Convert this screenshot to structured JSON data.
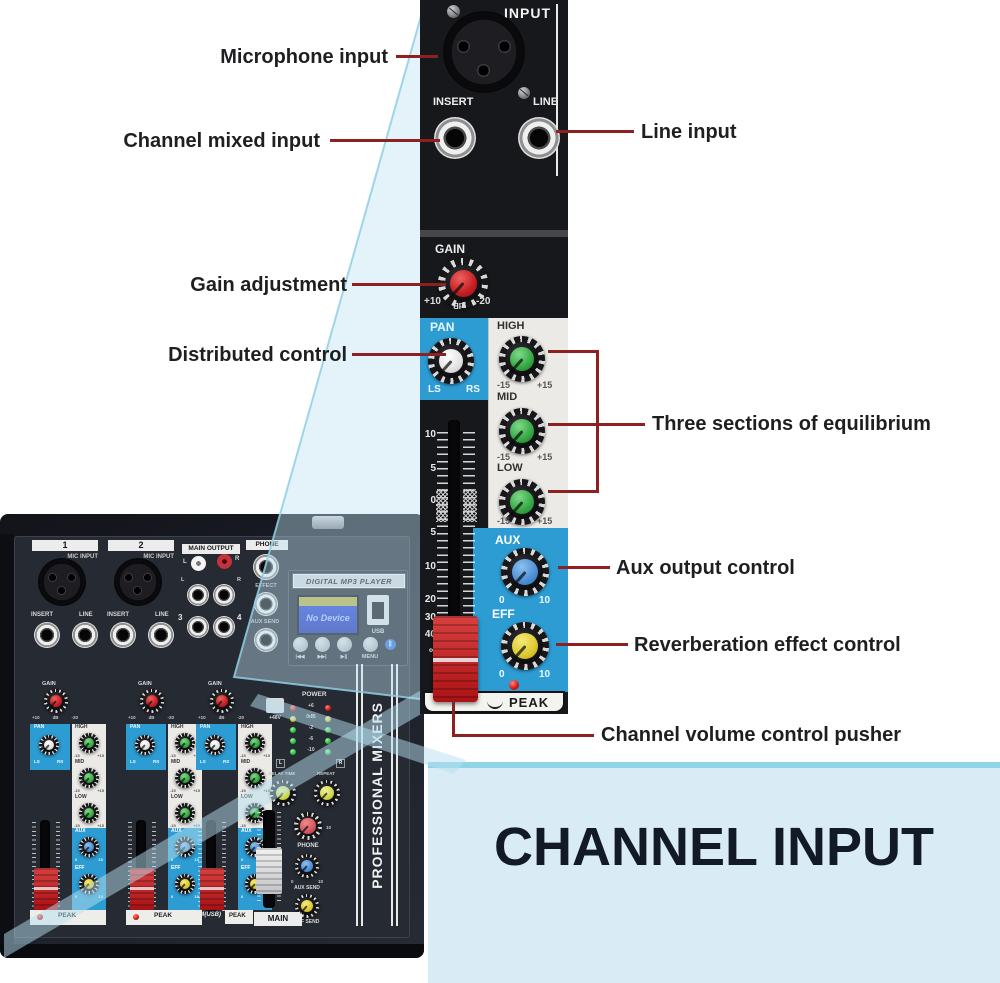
{
  "callouts": {
    "left": [
      {
        "label": "Microphone input"
      },
      {
        "label": "Channel mixed input"
      },
      {
        "label": "Gain adjustment"
      },
      {
        "label": "Distributed control"
      }
    ],
    "right": [
      {
        "label": "Line input"
      },
      {
        "label": "Three sections of equilibrium"
      },
      {
        "label": "Aux output control"
      },
      {
        "label": "Reverberation effect control"
      },
      {
        "label": "Channel volume control pusher"
      }
    ]
  },
  "banner": {
    "title": "CHANNEL INPUT"
  },
  "strip": {
    "input": "INPUT",
    "insert": "INSERT",
    "line": "LINE",
    "gain": {
      "label": "GAIN",
      "min": "+10",
      "unit": "dB",
      "max": "-20"
    },
    "pan": {
      "label": "PAN",
      "left": "LS",
      "right": "RS"
    },
    "eq": [
      {
        "label": "HIGH",
        "min": "-15",
        "max": "+15"
      },
      {
        "label": "MID",
        "min": "-15",
        "max": "+15"
      },
      {
        "label": "LOW",
        "min": "-15",
        "max": "+15"
      }
    ],
    "aux": {
      "label": "AUX",
      "min": "0",
      "max": "10"
    },
    "eff": {
      "label": "EFF",
      "min": "0",
      "max": "10"
    },
    "peak": "PEAK",
    "fader_scale": [
      "10",
      "5",
      "0",
      "5",
      "10",
      "20",
      "30",
      "40",
      "∞"
    ]
  },
  "mixer": {
    "channels": [
      "1",
      "2"
    ],
    "mic_input": "MIC INPUT",
    "insert": "INSERT",
    "line": "LINE",
    "main_output": "MAIN OUTPUT",
    "phone": "PHONE",
    "effect": "EFFECT",
    "aux_send": "AUX SEND",
    "eff_send": "EFF SEND",
    "l": "L",
    "r": "R",
    "ch3": "3",
    "ch4": "4",
    "mp3": {
      "title": "DIGITAL MP3 PLAYER",
      "screen": "No Device",
      "usb": "USB",
      "prev": "|◀◀",
      "next": "▶▶|",
      "play": "▶||",
      "menu": "MENU",
      "bt": "ᛒ"
    },
    "phantom": "+48V",
    "power": "POWER",
    "meter": [
      "+6",
      "0dB",
      "-2",
      "-6",
      "-10"
    ],
    "delay": "DELAY TIME",
    "repeat": "REPEAT",
    "phone_knob": "PHONE",
    "main": "MAIN",
    "usb34": "3/4(USB)",
    "peak": "PEAK",
    "brand": "PROFESSIONAL MIXERS",
    "strip_labels": {
      "gain": "GAIN",
      "p10": "+10",
      "db": "dB",
      "m20": "-20",
      "pan": "PAN",
      "ls": "LS",
      "rs": "RS",
      "high": "HIGH",
      "mid": "MID",
      "low": "LOW",
      "m15": "-15",
      "p15": "+15",
      "aux": "AUX",
      "eff": "EFF",
      "zero": "0",
      "ten": "10"
    }
  },
  "colors": {
    "callout_line": "#8b2120",
    "banner_bg": "#d9ecf6",
    "banner_border": "#8fd3e7",
    "panel_blue": "#2d9cd3",
    "knob_red": "#c81f24",
    "knob_green": "#3eb54d",
    "knob_blue": "#4f92dc",
    "knob_yellow": "#e3d23e"
  }
}
